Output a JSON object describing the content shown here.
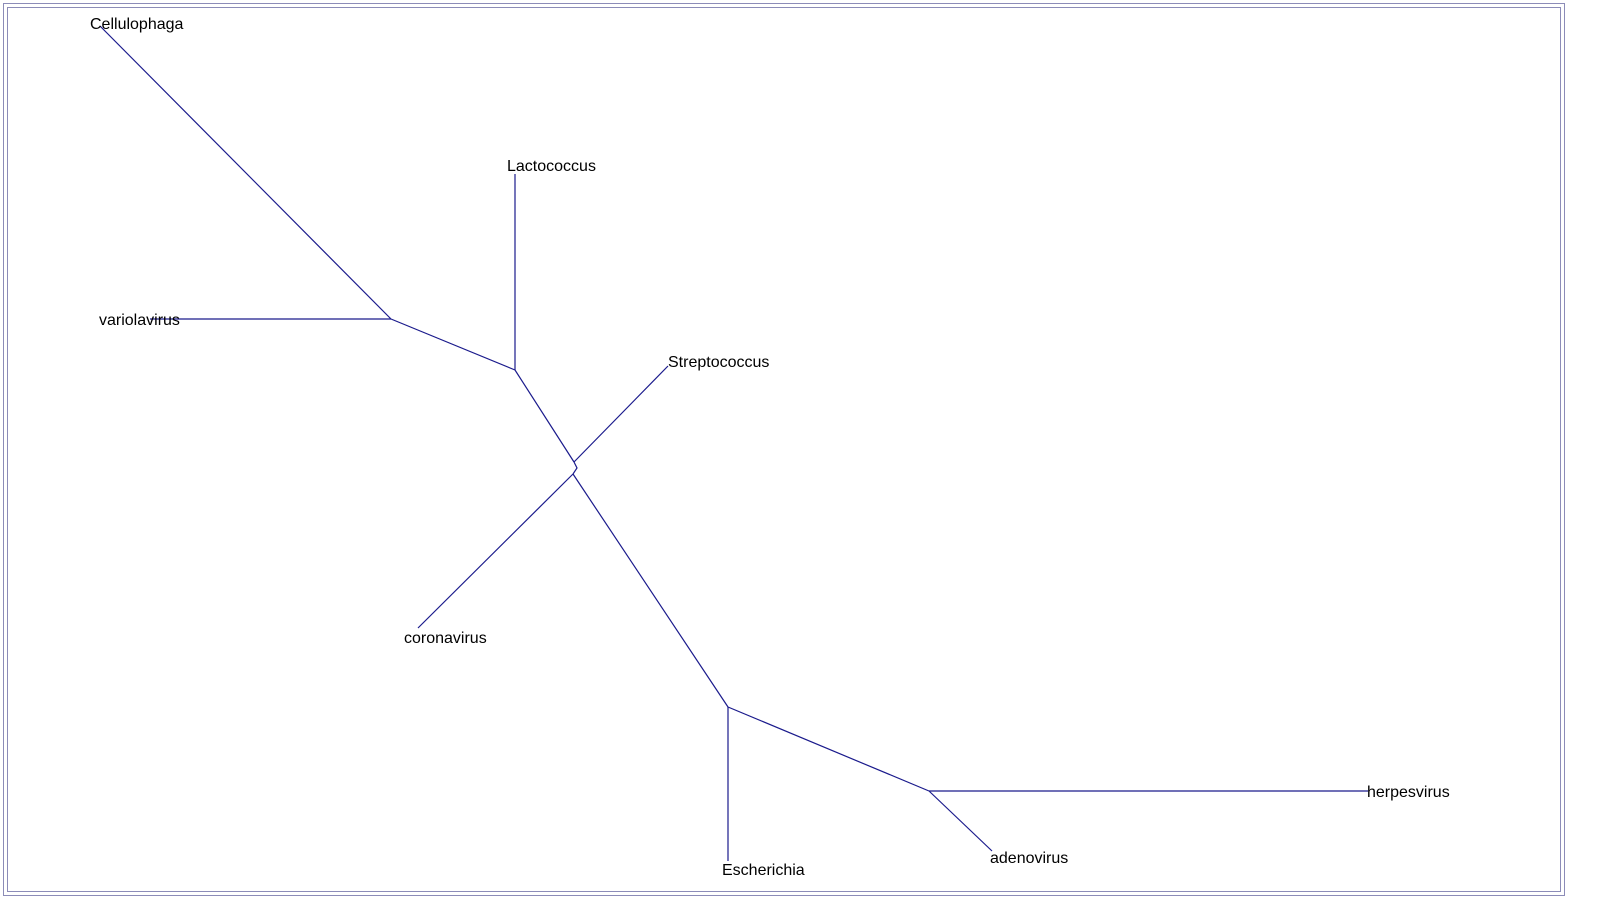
{
  "tree": {
    "edge_color": "#1a1a8c",
    "labels": {
      "cellulophaga": "Cellulophaga",
      "variolavirus": "variolavirus",
      "lactococcus": "Lactococcus",
      "streptococcus": "Streptococcus",
      "coronavirus": "coronavirus",
      "escherichia": "Escherichia",
      "adenovirus": "adenovirus",
      "herpesvirus": "herpesvirus"
    }
  }
}
